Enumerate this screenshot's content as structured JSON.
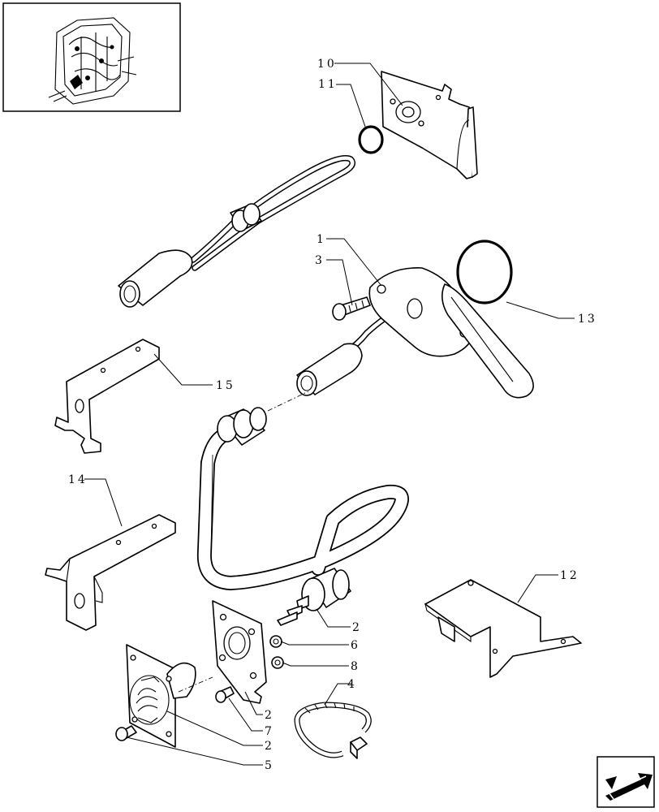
{
  "callouts": {
    "c1": "1",
    "c2a": "2",
    "c2b": "2",
    "c2c": "2",
    "c3": "3",
    "c4": "4",
    "c5": "5",
    "c6": "6",
    "c7": "7",
    "c8": "8",
    "c10": "10",
    "c11": "11",
    "c12": "12",
    "c13": "13",
    "c14": "14",
    "c15": "15"
  },
  "nav": {
    "icon": "next-page-arrow-icon"
  },
  "thumbnail": {
    "icon": "tractor-wiring-thumbnail-icon"
  }
}
